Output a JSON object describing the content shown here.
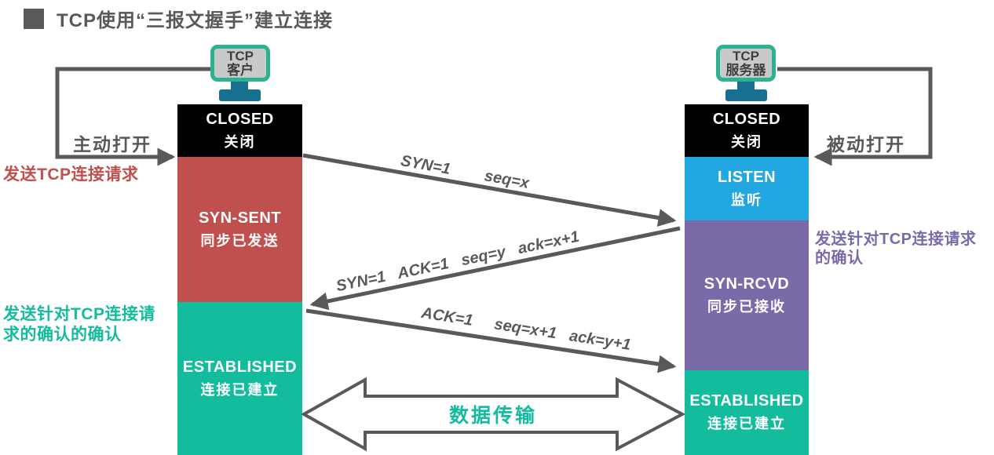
{
  "title": "TCP使用“三报文握手”建立连接",
  "client": {
    "device": {
      "line1": "TCP",
      "line2": "客户"
    },
    "open_label": "主动打开",
    "note_request": "发送TCP连接请求",
    "note_ack_of_ack_line1": "发送针对TCP连接请",
    "note_ack_of_ack_line2": "求的确认的确认",
    "states": [
      {
        "en": "CLOSED",
        "zh": "关闭"
      },
      {
        "en": "SYN-SENT",
        "zh": "同步已发送"
      },
      {
        "en": "ESTABLISHED",
        "zh": "连接已建立"
      }
    ]
  },
  "server": {
    "device": {
      "line1": "TCP",
      "line2": "服务器"
    },
    "open_label": "被动打开",
    "note_ack_line1": "发送针对TCP连接请求",
    "note_ack_line2": "的确认",
    "states": [
      {
        "en": "CLOSED",
        "zh": "关闭"
      },
      {
        "en": "LISTEN",
        "zh": "监听"
      },
      {
        "en": "SYN-RCVD",
        "zh": "同步已接收"
      },
      {
        "en": "ESTABLISHED",
        "zh": "连接已建立"
      }
    ]
  },
  "messages": [
    {
      "label": "SYN=1        seq=x"
    },
    {
      "label": "SYN=1   ACK=1   seq=y   ack=x+1"
    },
    {
      "label": "ACK=1     seq=x+1   ack=y+1"
    }
  ],
  "data_transfer_label": "数据传输",
  "colors": {
    "accent_gray": "#595959",
    "state_closed": "#000000",
    "state_syn_sent": "#c0504d",
    "state_listen": "#22a7e0",
    "state_syn_rcvd": "#7b6aa8",
    "state_established": "#14bc9e",
    "monitor_border": "#2bb28f",
    "monitor_screen": "#c9c9c9",
    "monitor_stand": "#17708f",
    "note_request_color": "#c0504d",
    "note_ack_color": "#7b6aa8",
    "note_ack_of_ack_color": "#14bc9e"
  }
}
